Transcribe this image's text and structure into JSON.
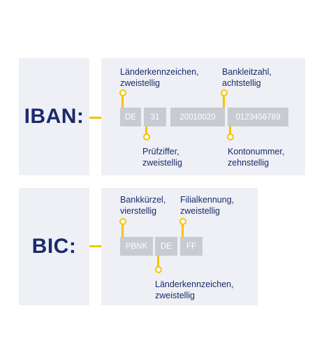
{
  "iban": {
    "label": "IBAN:",
    "segments": [
      "DE",
      "31",
      "20010020",
      "0123456789"
    ],
    "annotations": {
      "country_code": [
        "Länderkennzeichen,",
        "zweistellig"
      ],
      "check_digits": [
        "Prüfziffer,",
        "zweistellig"
      ],
      "bank_code": [
        "Bankleitzahl,",
        "achtstellig"
      ],
      "account_number": [
        "Kontonummer,",
        "zehnstellig"
      ]
    }
  },
  "bic": {
    "label": "BIC:",
    "segments": [
      "PBNK",
      "DE",
      "FF"
    ],
    "annotations": {
      "bank_code": [
        "Bankkürzel,",
        "vierstellig"
      ],
      "branch_code": [
        "Filialkennung,",
        "zweistellig"
      ],
      "country_code": [
        "Länderkennzeichen,",
        "zweistellig"
      ]
    }
  },
  "colors": {
    "accent": "#f5c400",
    "navy": "#1b2a6b",
    "panel": "#eef0f5",
    "segment": "#c8cbd1"
  }
}
